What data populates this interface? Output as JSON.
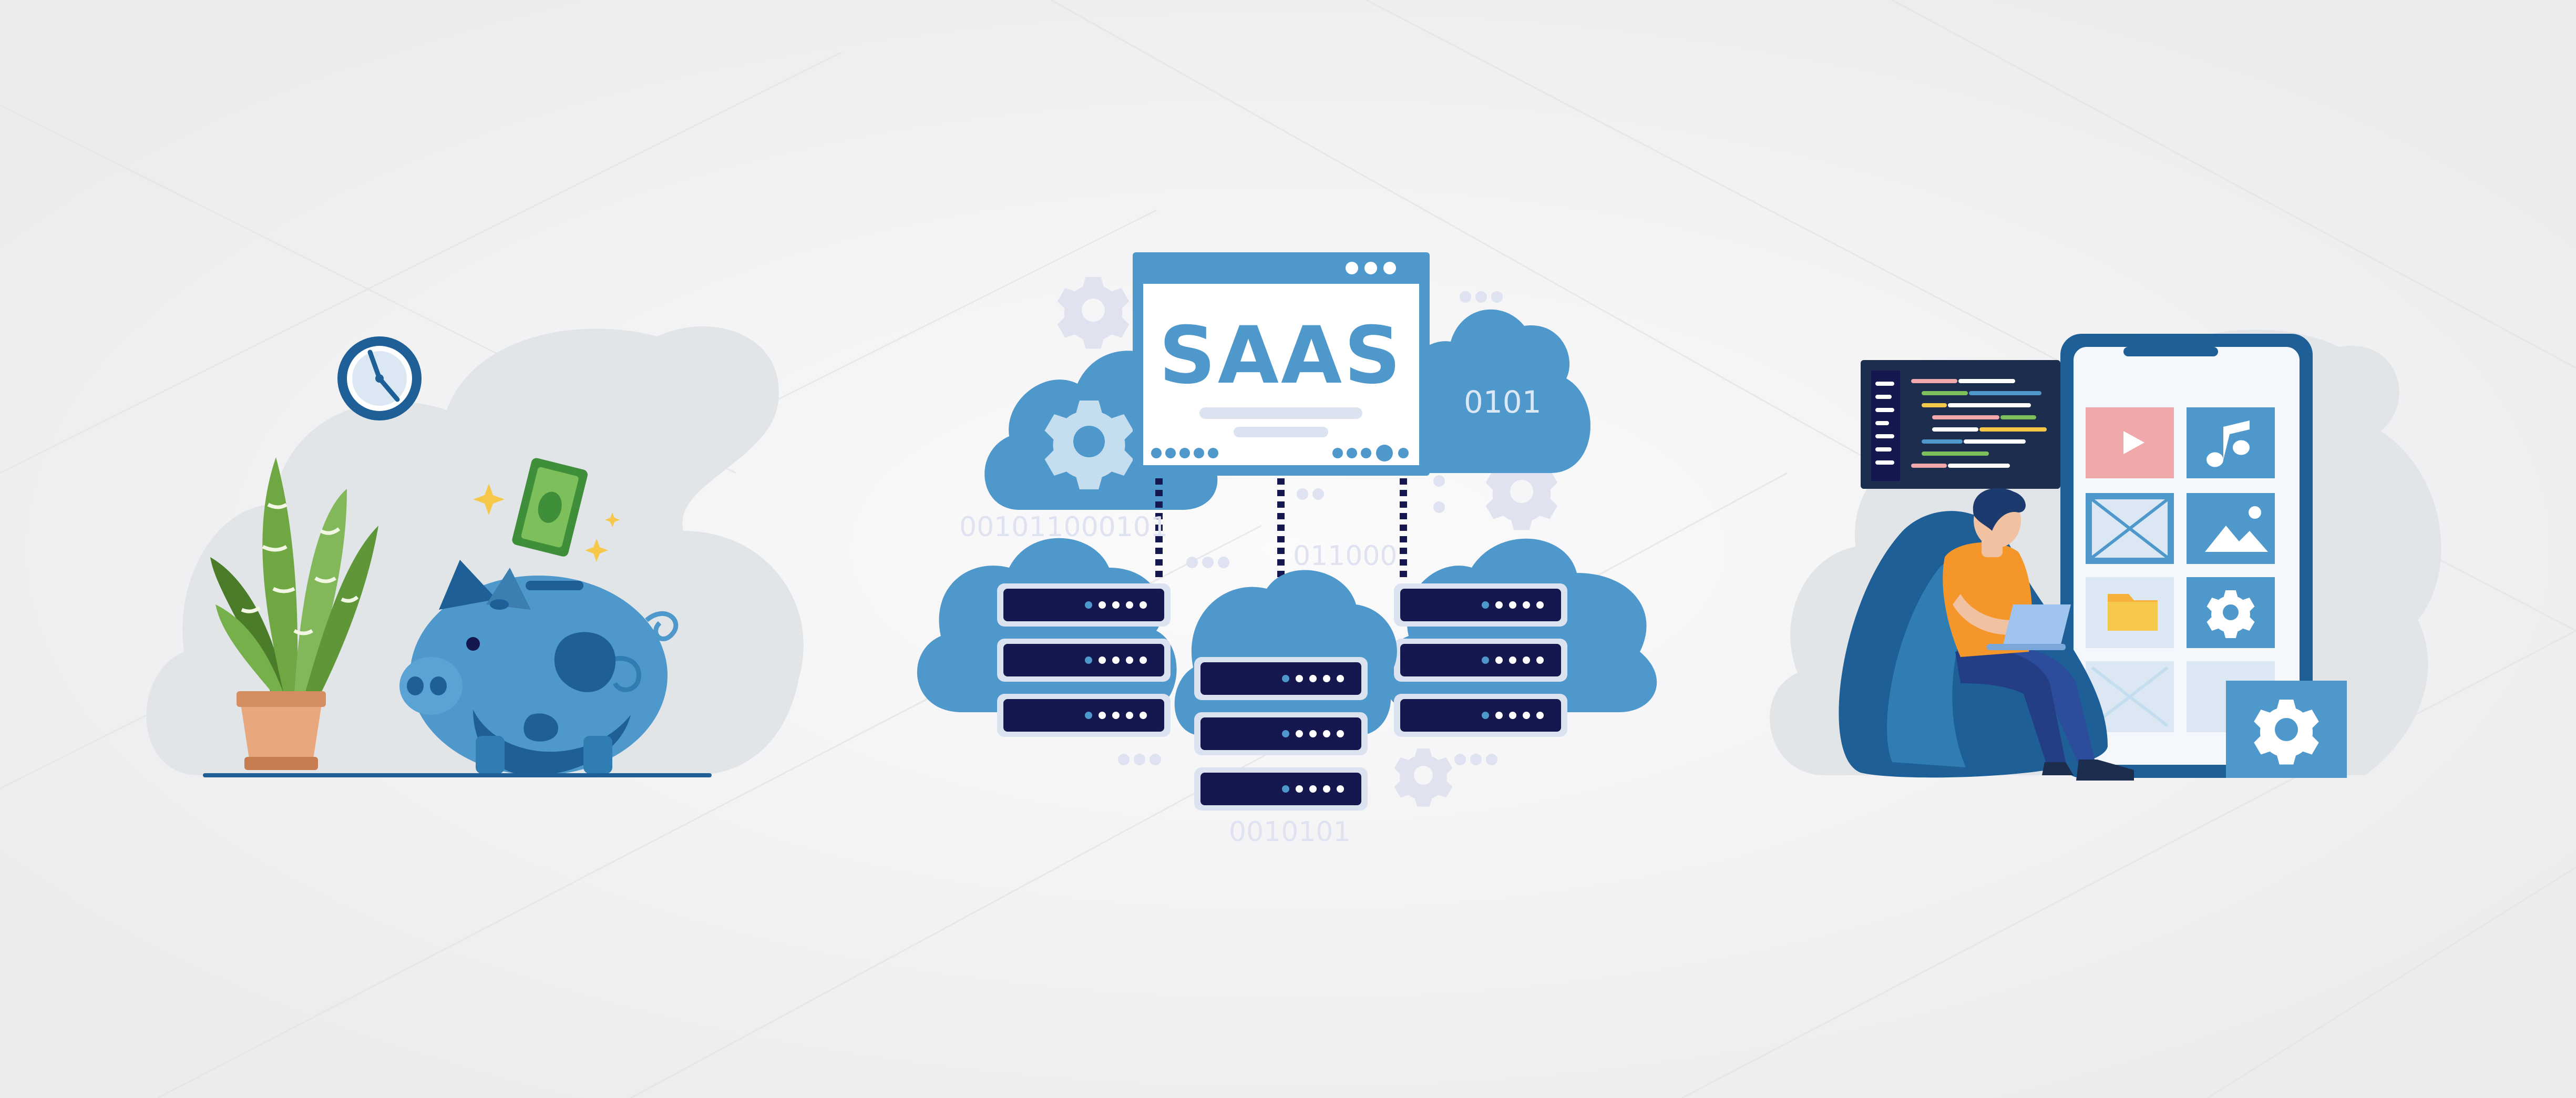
{
  "saas_window": {
    "title": "SAAS"
  },
  "binary_labels": {
    "cloud_right": "0101",
    "left_row": "001011000101",
    "middle_row": "011000",
    "bottom_row": "0010101"
  },
  "icons": {
    "scene_1": [
      "clock-icon",
      "plant-icon",
      "money-icon",
      "sparkle-icon",
      "piggy-bank-icon"
    ],
    "scene_2": [
      "gear-icon",
      "cloud-icon",
      "server-icon",
      "browser-window-icon"
    ],
    "scene_3": [
      "code-editor-icon",
      "play-icon",
      "music-icon",
      "image-placeholder-icon",
      "mountain-image-icon",
      "folder-icon",
      "gear-icon",
      "person-icon",
      "laptop-icon",
      "beanbag-icon"
    ]
  },
  "colors": {
    "background": "#f3f3f4",
    "primary_blue": "#4e98cb",
    "dark_blue": "#1d5f96",
    "navy": "#15174f",
    "light_blue": "#dbe8f3",
    "cloud_gray": "#e2e5e8",
    "green": "#7dbf5a",
    "orange": "#f5962a",
    "pink": "#f0a8aa",
    "yellow": "#f6c84a"
  }
}
